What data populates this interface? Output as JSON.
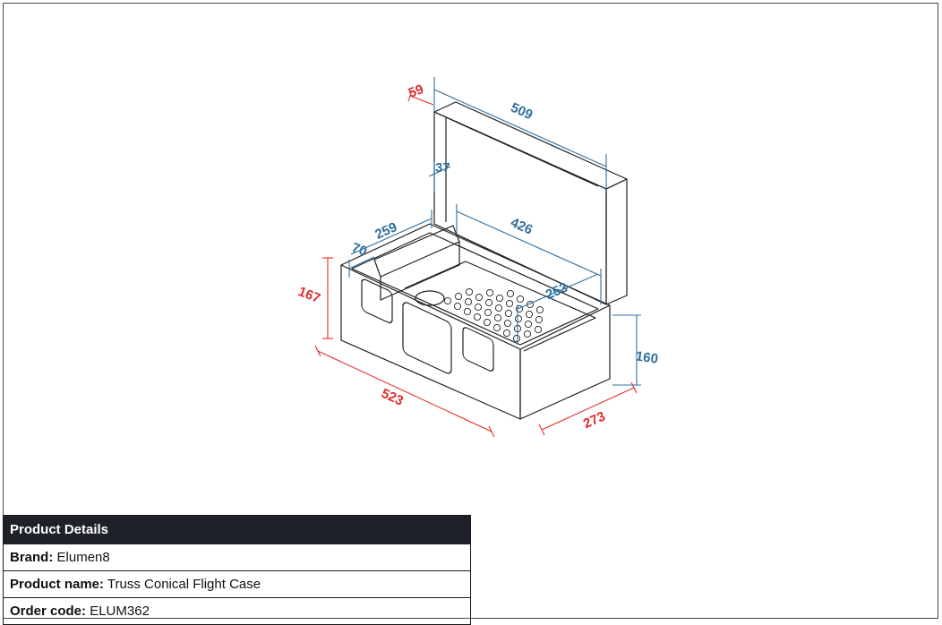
{
  "colors": {
    "red_dimension": "#e32b2b",
    "blue_dimension": "#2f6e9e",
    "line": "#222222",
    "header_bg": "#1e2127"
  },
  "dimensions": {
    "outer_length": "523",
    "outer_depth": "273",
    "front_height": "167",
    "rear_height": "160",
    "lid_depth": "59",
    "lid_length": "509",
    "lid_inner_height": "37",
    "inner_length": "426",
    "inner_width": "259",
    "compartment_width": "70",
    "tray_depth": "253"
  },
  "details": {
    "header": "Product Details",
    "brand_label": "Brand:",
    "brand_value": "Elumen8",
    "product_name_label": "Product name:",
    "product_name_value": "Truss Conical Flight Case",
    "order_code_label": "Order code:",
    "order_code_value": "ELUM362"
  }
}
